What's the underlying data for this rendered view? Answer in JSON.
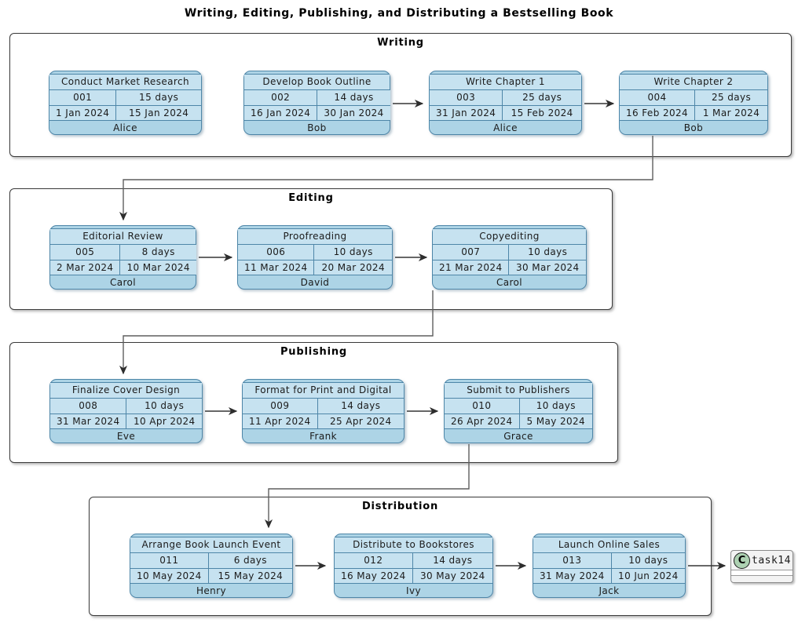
{
  "title": "Writing, Editing, Publishing, and Distributing a Bestselling Book",
  "sections": [
    {
      "name": "Writing",
      "tasks": [
        {
          "name": "Conduct Market Research",
          "id": "001",
          "duration": "15 days",
          "start": "1 Jan 2024",
          "end": "15 Jan 2024",
          "assignee": "Alice"
        },
        {
          "name": "Develop Book Outline",
          "id": "002",
          "duration": "14 days",
          "start": "16 Jan 2024",
          "end": "30 Jan 2024",
          "assignee": "Bob"
        },
        {
          "name": "Write Chapter 1",
          "id": "003",
          "duration": "25 days",
          "start": "31 Jan 2024",
          "end": "15 Feb 2024",
          "assignee": "Alice"
        },
        {
          "name": "Write Chapter 2",
          "id": "004",
          "duration": "25 days",
          "start": "16 Feb 2024",
          "end": "1 Mar 2024",
          "assignee": "Bob"
        }
      ]
    },
    {
      "name": "Editing",
      "tasks": [
        {
          "name": "Editorial Review",
          "id": "005",
          "duration": "8 days",
          "start": "2 Mar 2024",
          "end": "10 Mar 2024",
          "assignee": "Carol"
        },
        {
          "name": "Proofreading",
          "id": "006",
          "duration": "10 days",
          "start": "11 Mar 2024",
          "end": "20 Mar 2024",
          "assignee": "David"
        },
        {
          "name": "Copyediting",
          "id": "007",
          "duration": "10 days",
          "start": "21 Mar 2024",
          "end": "30 Mar 2024",
          "assignee": "Carol"
        }
      ]
    },
    {
      "name": "Publishing",
      "tasks": [
        {
          "name": "Finalize Cover Design",
          "id": "008",
          "duration": "10 days",
          "start": "31 Mar 2024",
          "end": "10 Apr 2024",
          "assignee": "Eve"
        },
        {
          "name": "Format for Print and Digital",
          "id": "009",
          "duration": "14 days",
          "start": "11 Apr 2024",
          "end": "25 Apr 2024",
          "assignee": "Frank"
        },
        {
          "name": "Submit to Publishers",
          "id": "010",
          "duration": "10 days",
          "start": "26 Apr 2024",
          "end": "5 May 2024",
          "assignee": "Grace"
        }
      ]
    },
    {
      "name": "Distribution",
      "tasks": [
        {
          "name": "Arrange Book Launch Event",
          "id": "011",
          "duration": "6 days",
          "start": "10 May 2024",
          "end": "15 May 2024",
          "assignee": "Henry"
        },
        {
          "name": "Distribute to Bookstores",
          "id": "012",
          "duration": "14 days",
          "start": "16 May 2024",
          "end": "30 May 2024",
          "assignee": "Ivy"
        },
        {
          "name": "Launch Online Sales",
          "id": "013",
          "duration": "10 days",
          "start": "31 May 2024",
          "end": "10 Jun 2024",
          "assignee": "Jack"
        }
      ]
    }
  ],
  "end_node": {
    "icon_letter": "C",
    "label": "task14"
  },
  "colors": {
    "card_fill": "#ADD4E6",
    "card_cell_fill": "#C6E2F0",
    "card_border": "#4E86A8",
    "section_border": "#3a3a3a",
    "arrow": "#353535",
    "connector": "#5f5f5f",
    "class_icon_fill": "#ADD1B2"
  }
}
